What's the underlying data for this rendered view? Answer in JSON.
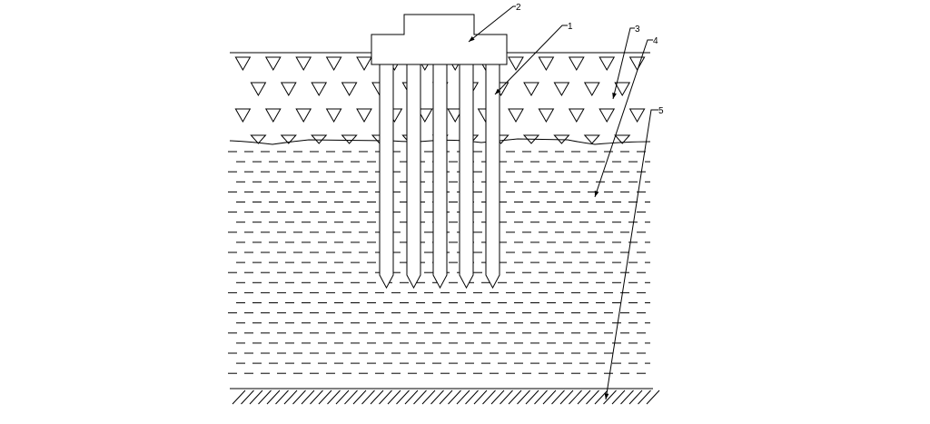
{
  "diagram": {
    "callouts": [
      {
        "id": "c2",
        "label": "2",
        "target": "pile-cap"
      },
      {
        "id": "c1",
        "label": "1",
        "target": "pile"
      },
      {
        "id": "c3",
        "label": "3",
        "target": "gravel-layer"
      },
      {
        "id": "c4",
        "label": "4",
        "target": "soft-soil-layer"
      },
      {
        "id": "c5",
        "label": "5",
        "target": "bedrock-layer"
      }
    ],
    "pile_count": 5,
    "colors": {
      "stroke": "#000000",
      "fill": "#ffffff"
    }
  }
}
